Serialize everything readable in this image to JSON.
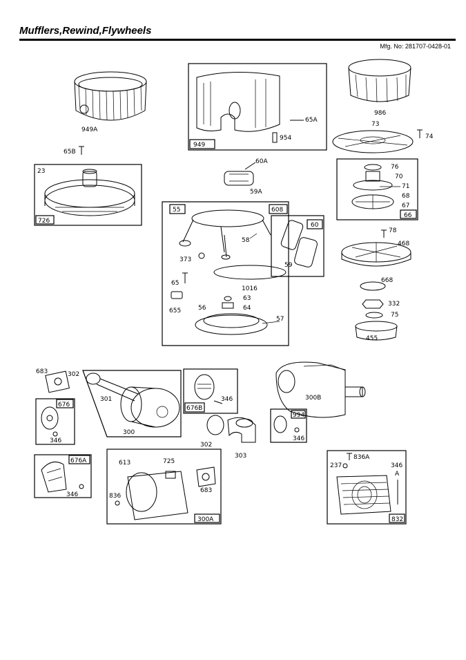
{
  "header": {
    "title": "Mufflers,Rewind,Flywheels",
    "mfg": "Mfg. No: 281707-0428-01"
  },
  "labels": {
    "l949A": "949A",
    "l65B": "65B",
    "l23": "23",
    "l726": "726",
    "l949": "949",
    "l65A": "65A",
    "l954": "954",
    "l60A": "60A",
    "l59A": "59A",
    "l986": "986",
    "l73": "73",
    "l74": "74",
    "l76": "76",
    "l70": "70",
    "l71": "71",
    "l68": "68",
    "l67": "67",
    "l66": "66",
    "l55": "55",
    "l608": "608",
    "l60": "60",
    "l58": "58",
    "l373": "373",
    "l59": "59",
    "l1016": "1016",
    "l65": "65",
    "l63": "63",
    "l64": "64",
    "l655": "655",
    "l56": "56",
    "l57": "57",
    "l78": "78",
    "l468": "468",
    "l668": "668",
    "l332": "332",
    "l75": "75",
    "l455": "455",
    "l683a": "683",
    "l302a": "302",
    "l301": "301",
    "l300": "300",
    "l676": "676",
    "l346a": "346",
    "l676B": "676B",
    "l346b": "346",
    "l302b": "302",
    "l303": "303",
    "l300B": "300B",
    "l994": "994",
    "l346c": "346",
    "l676A": "676A",
    "l346d": "346",
    "l613": "613",
    "l725": "725",
    "l836a": "836",
    "l683b": "683",
    "l300A": "300A",
    "l836A": "836A",
    "l237": "237",
    "l346e": "346",
    "lA": "A",
    "l832": "832"
  }
}
